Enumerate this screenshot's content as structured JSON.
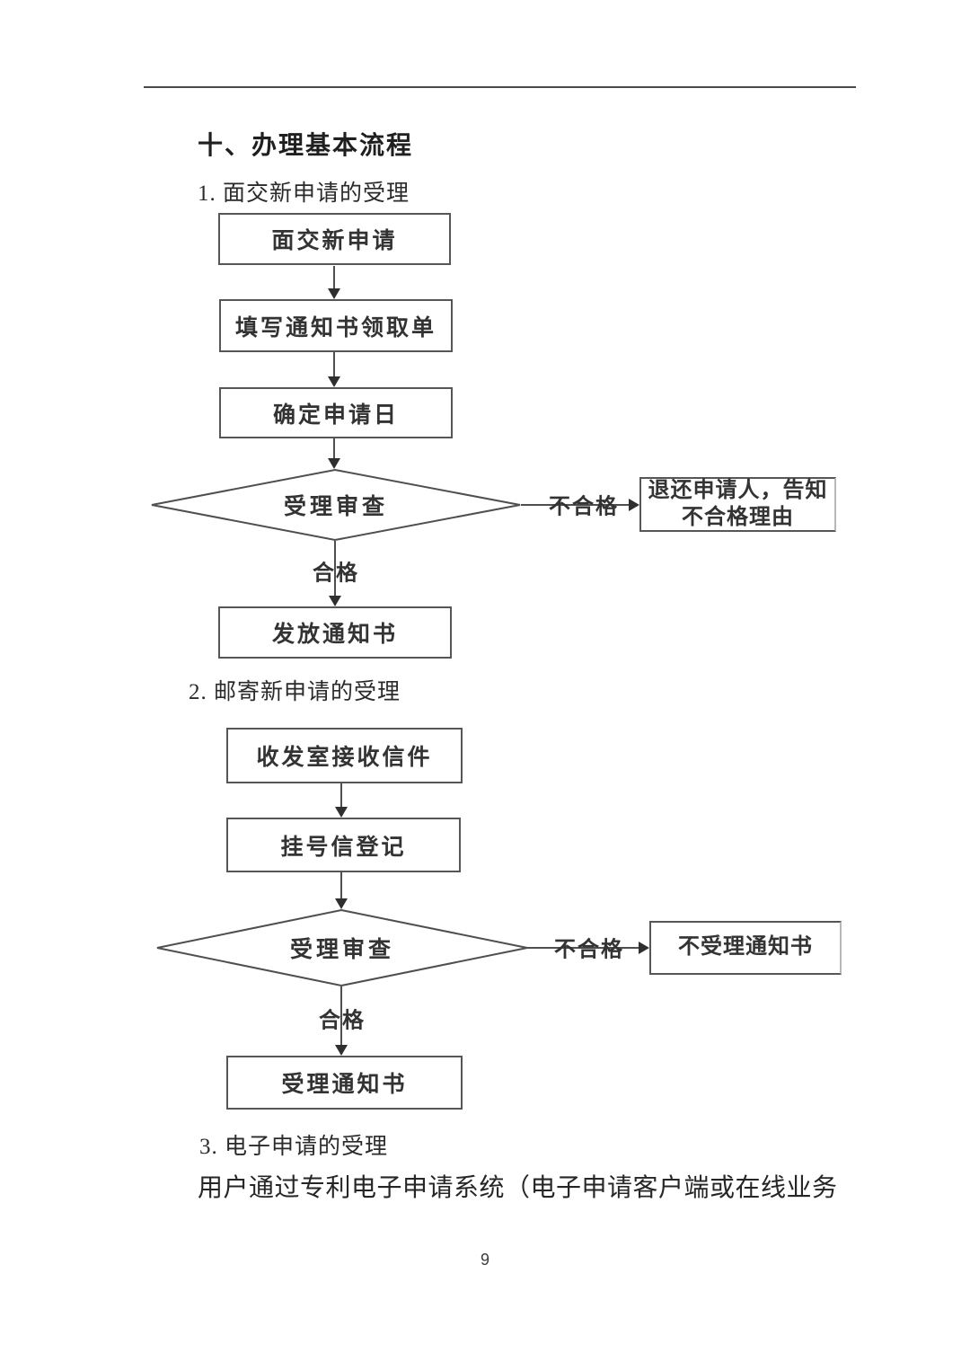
{
  "document": {
    "heading": "十、办理基本流程",
    "paragraph": "用户通过专利电子申请系统（电子申请客户端或在线业务",
    "page_number": "9"
  },
  "sections": {
    "s1": "1. 面交新申请的受理",
    "s2": "2. 邮寄新申请的受理",
    "s3": "3. 电子申请的受理"
  },
  "flow1": {
    "steps": [
      "面交新申请",
      "填写通知书领取单",
      "确定申请日"
    ],
    "decision": "受理审查",
    "fail_label": "不合格",
    "pass_label": "合格",
    "fail_box_line1": "退还申请人，告知",
    "fail_box_line2": "不合格理由",
    "final_step": "发放通知书"
  },
  "flow2": {
    "steps": [
      "收发室接收信件",
      "挂号信登记"
    ],
    "decision": "受理审查",
    "fail_label": "不合格",
    "pass_label": "合格",
    "fail_box": "不受理通知书",
    "final_step": "受理通知书"
  },
  "colors": {
    "line": "#4f4f4f",
    "border": "#565656",
    "text": "#2e2e2e"
  }
}
